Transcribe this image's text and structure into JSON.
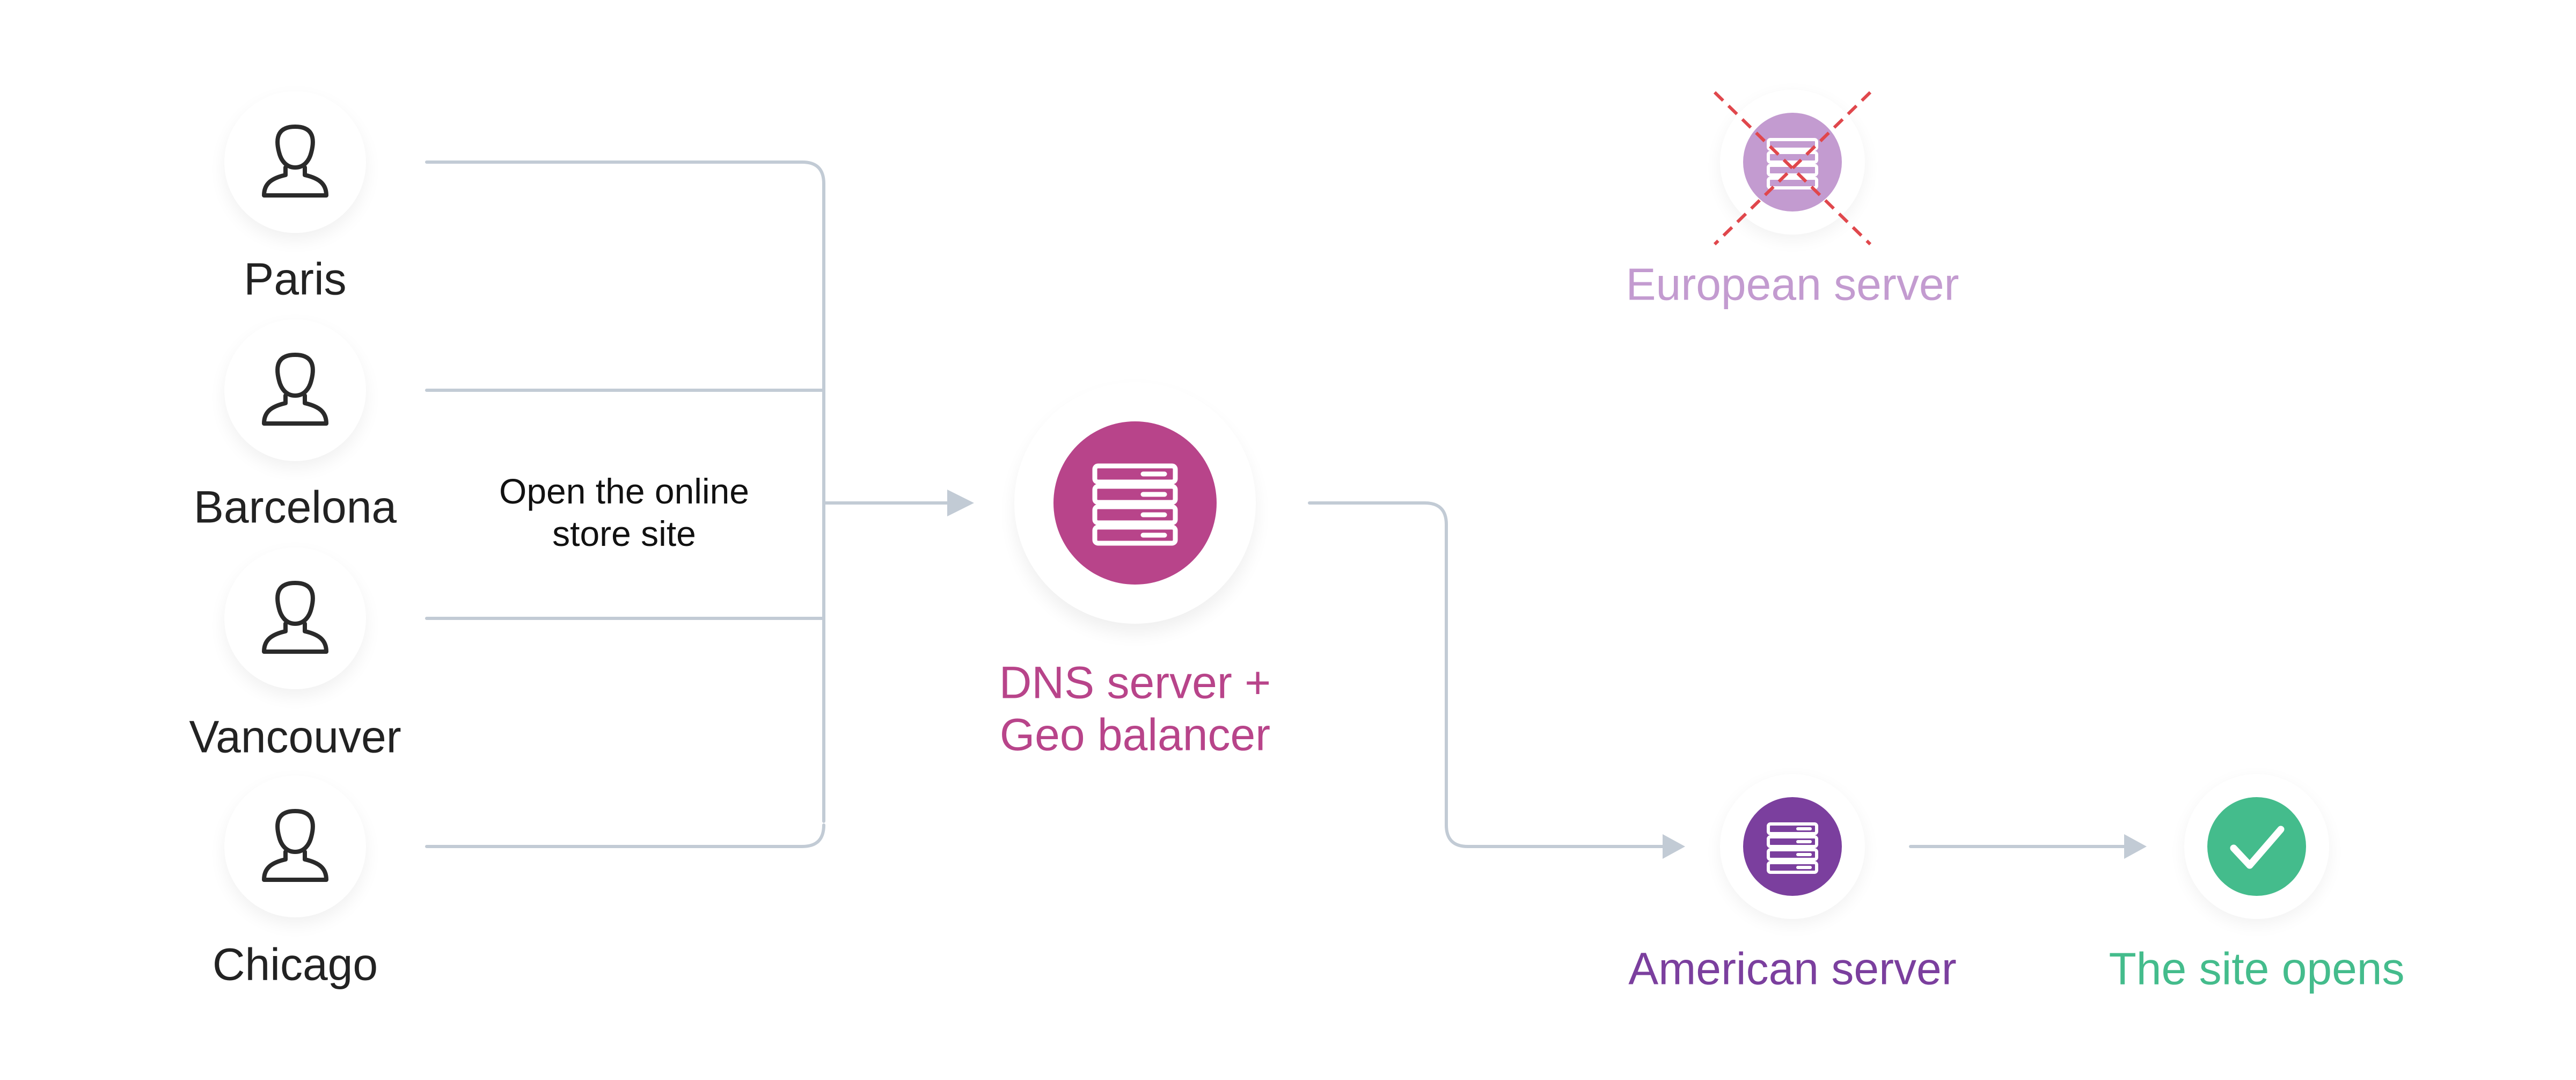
{
  "users": [
    {
      "label": "Paris"
    },
    {
      "label": "Barcelona"
    },
    {
      "label": "Vancouver"
    },
    {
      "label": "Chicago"
    }
  ],
  "edge_label": {
    "line1": "Open the online",
    "line2": "store site"
  },
  "dns": {
    "line1": "DNS server +",
    "line2": "Geo balancer",
    "color": "#b8448a"
  },
  "european": {
    "label": "European server",
    "color": "#c39bd0",
    "status": "unavailable",
    "cross_color": "#e0474c"
  },
  "american": {
    "label": "American server",
    "color": "#7b3f9e"
  },
  "result": {
    "label": "The site opens",
    "color": "#44bc8c"
  },
  "connector_color": "#c2cbd5",
  "icons": {
    "user": "user-icon",
    "server": "server-icon",
    "check": "checkmark-icon",
    "cross": "cross-icon"
  }
}
